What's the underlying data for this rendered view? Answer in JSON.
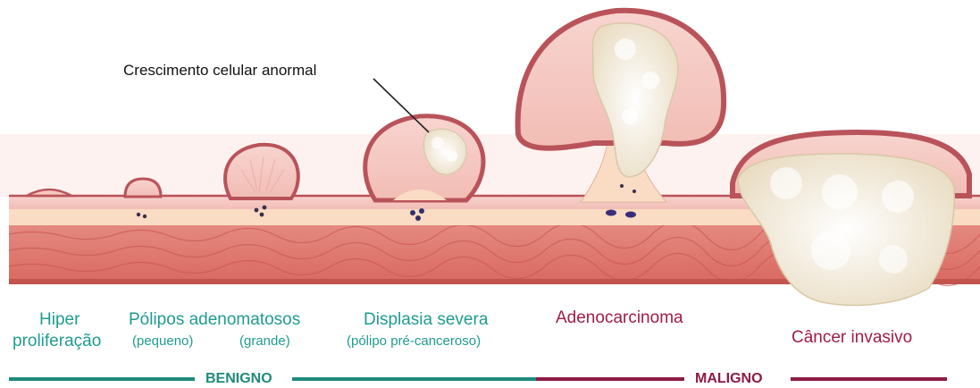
{
  "callout": {
    "text": "Crescimento celular anormal"
  },
  "stages": {
    "hyperplasia": {
      "line1": "Hiper",
      "line2": "proliferação"
    },
    "adenomatous_polyps": {
      "title": "Pólipos adenomatosos",
      "small_label": "(pequeno)",
      "large_label": "(grande)"
    },
    "severe_dysplasia": {
      "title": "Displasia severa",
      "subtitle": "(pólipo pré-canceroso)"
    },
    "adenocarcinoma": {
      "title": "Adenocarcinoma"
    },
    "invasive_cancer": {
      "title": "Câncer invasivo"
    }
  },
  "bar": {
    "benign_label": "BENIGNO",
    "malignant_label": "MALIGNO"
  },
  "colors": {
    "benign": "#1f8a7c",
    "malignant": "#8e1a45",
    "stage_text_benign": "#1f9c8f",
    "stage_text_malignant": "#a11c45",
    "mucosa": "#f6c9c3",
    "muscle": "#e07a73",
    "tumor": "#f4ecd8"
  }
}
